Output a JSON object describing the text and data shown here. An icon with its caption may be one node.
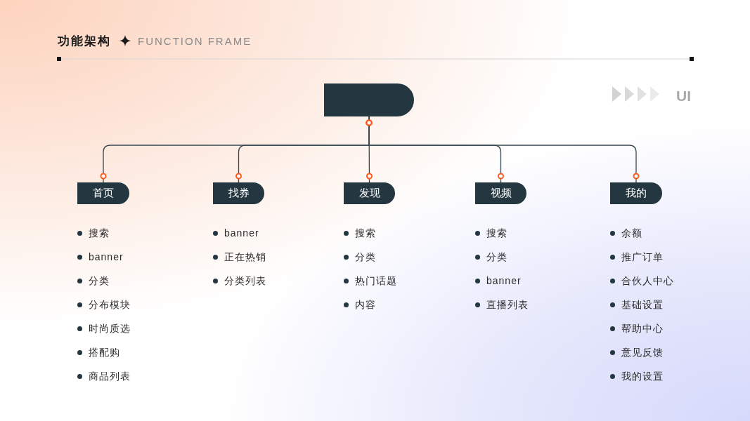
{
  "diagram": {
    "title": "功能架构",
    "nodes": [
      {
        "text": [],
        "shape": "box"
      },
      {
        "text": [
          "首页"
        ],
        "beside": [
          "搜索",
          "banner",
          "分类",
          "分布模块",
          "时尚质选",
          "搭配购",
          "商品列表"
        ]
      },
      {
        "text": [
          "找券"
        ],
        "beside": [
          "banner",
          "正在热销",
          "分类列表"
        ]
      },
      {
        "text": [
          "发现"
        ],
        "beside": [
          "搜索",
          "分类",
          "热门话题",
          "内容"
        ]
      },
      {
        "text": [
          "视频"
        ],
        "beside": [
          "搜索",
          "分类",
          "banner",
          "直播列表"
        ]
      },
      {
        "text": [
          "我的"
        ],
        "beside": [
          "余额",
          "推广订单",
          "合伙人中心",
          "基础设置",
          "帮助中心",
          "意见反馈",
          "我的设置"
        ]
      }
    ],
    "edges": [
      {
        "from": 0,
        "to": 1,
        "arrow": "other"
      },
      {
        "from": 0,
        "to": 2,
        "arrow": "other"
      },
      {
        "from": 0,
        "to": 3,
        "arrow": "other"
      },
      {
        "from": 0,
        "to": 4,
        "arrow": "other"
      },
      {
        "from": 0,
        "to": 5,
        "arrow": "other"
      }
    ],
    "labels": [
      "FUNCTION FRAME",
      "UI"
    ]
  }
}
